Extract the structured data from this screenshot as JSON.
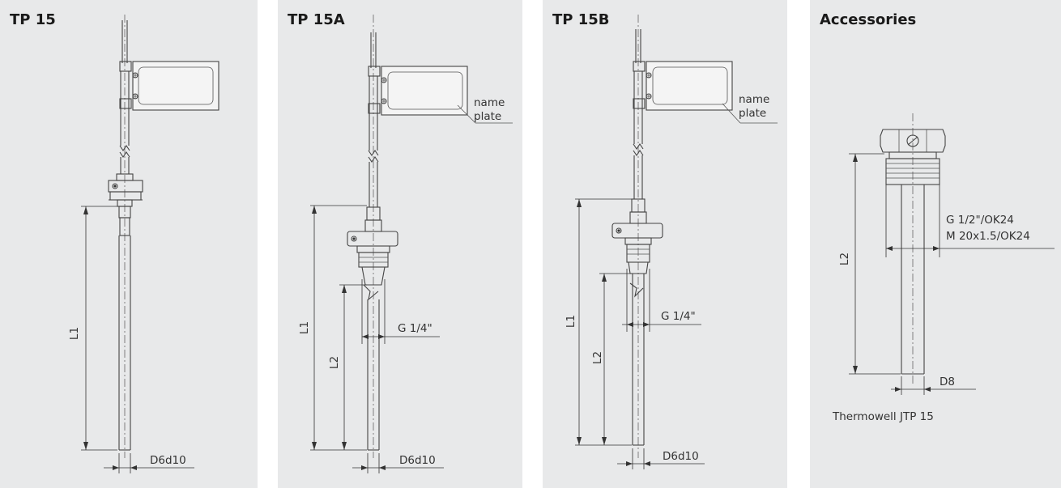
{
  "panels": [
    {
      "title": "TP 15",
      "labels": {
        "l1": "L1",
        "diameter": "D6d10"
      }
    },
    {
      "title": "TP 15A",
      "labels": {
        "name1": "name",
        "name2": "plate",
        "thread": "G 1/4\"",
        "l1": "L1",
        "l2": "L2",
        "diameter": "D6d10"
      }
    },
    {
      "title": "TP 15B",
      "labels": {
        "name1": "name",
        "name2": "plate",
        "thread": "G 1/4\"",
        "l1": "L1",
        "l2": "L2",
        "diameter": "D6d10"
      }
    },
    {
      "title": "Accessories",
      "labels": {
        "thread1": "G 1/2\"/OK24",
        "thread2": "M 20x1.5/OK24",
        "l2": "L2",
        "diameter": "D8",
        "caption": "Thermowell JTP 15"
      }
    }
  ],
  "colors": {
    "panel_bg": "#e8e9ea",
    "line": "#444444"
  }
}
